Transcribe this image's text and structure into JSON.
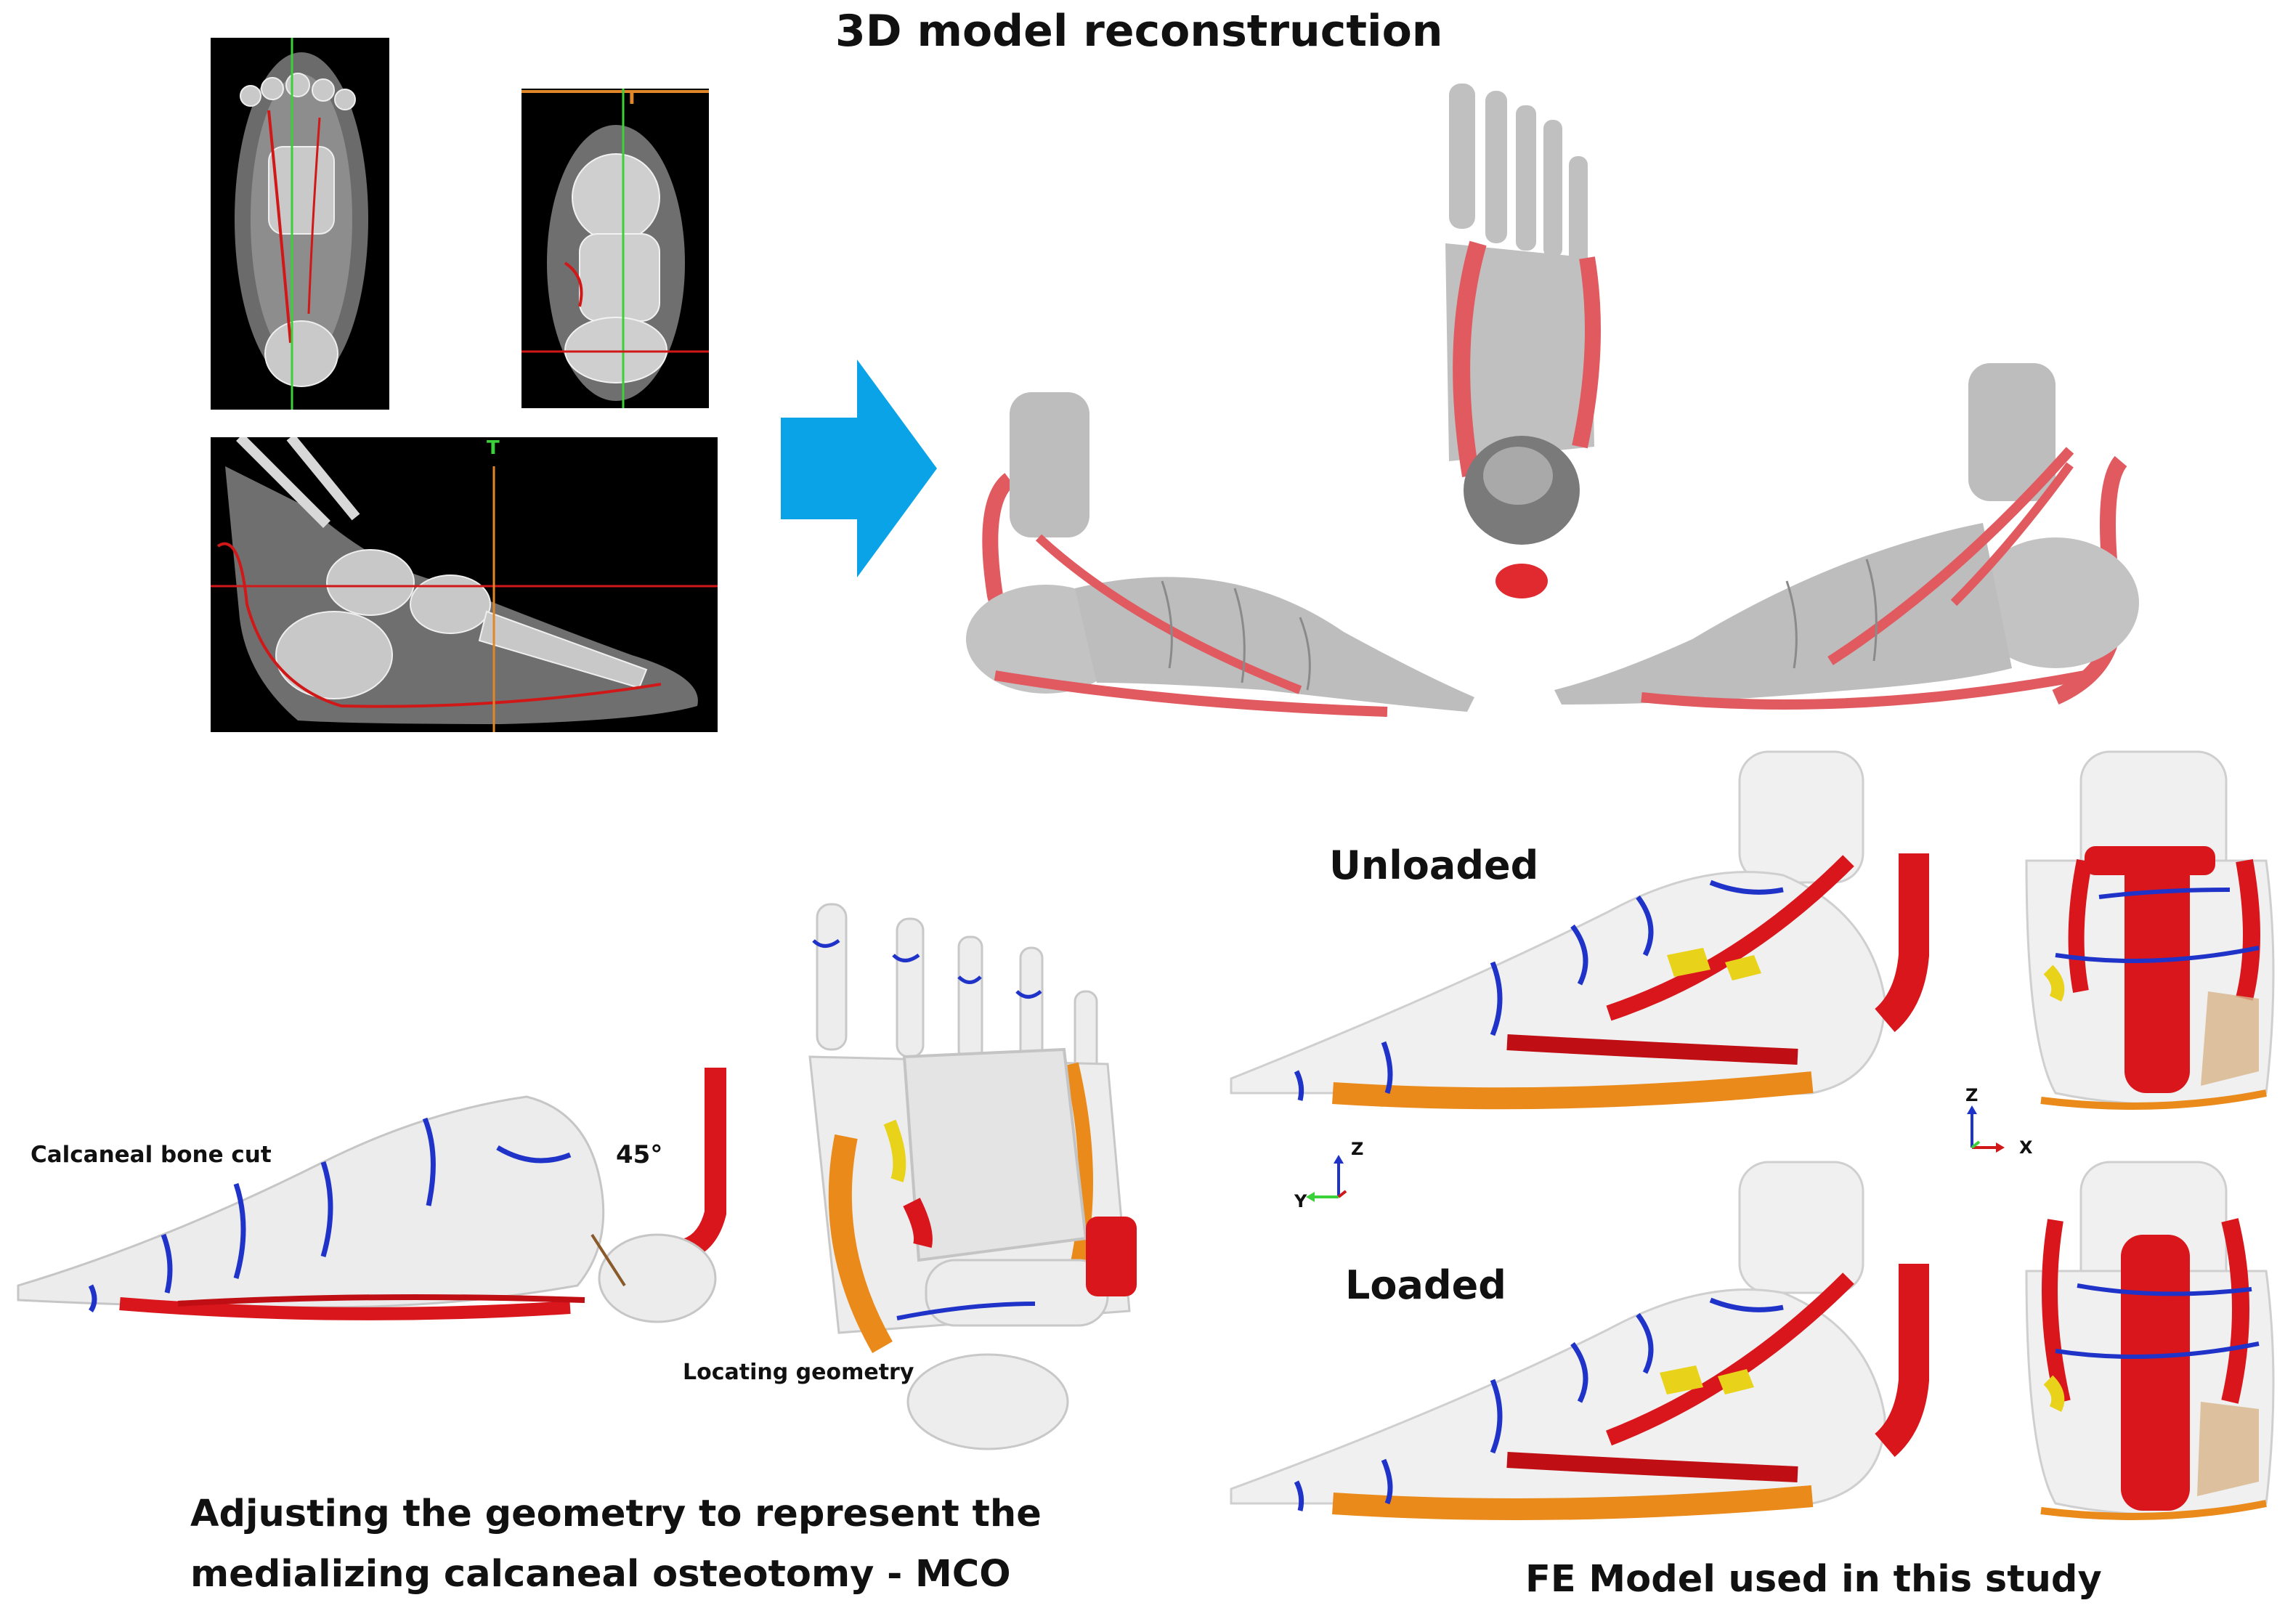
{
  "header": {
    "title": "3D model reconstruction"
  },
  "ct_panels": {
    "coronal_marker": "T",
    "sagittal_marker": "T"
  },
  "mco": {
    "cut_label": "Calcaneal bone cut",
    "angle_label": "45°",
    "locating_label": "Locating geometry",
    "caption_line1": "Adjusting the geometry to represent the",
    "caption_line2": "medializing calcaneal osteotomy - MCO"
  },
  "fe": {
    "unloaded_label": "Unloaded",
    "loaded_label": "Loaded",
    "caption": "FE Model used in this study",
    "axes_left": {
      "z": "Z",
      "y": "Y"
    },
    "axes_right": {
      "z": "Z",
      "x": "X"
    }
  },
  "colors": {
    "bone": "#e9e9e9",
    "bone_grey": "#bdbdbd",
    "fascia_red": "#d9161c",
    "soft_red": "#e05a60",
    "cartilage_blue": "#1f33c9",
    "ligament_orange": "#ea8a1a",
    "ligament_yellow": "#e8d21a",
    "arrow_blue": "#0aa3e8",
    "ct_line_green": "#3ad13a",
    "ct_line_red": "#d01818",
    "ct_line_orange": "#e2862a"
  }
}
